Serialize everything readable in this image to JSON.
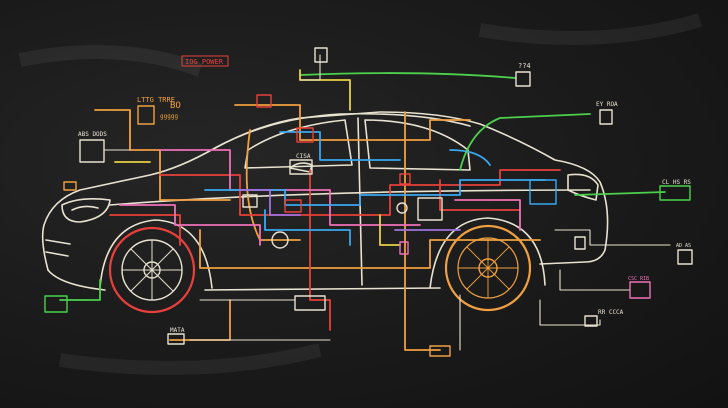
{
  "labels": {
    "top_left_box": "IOG POWER",
    "top_right_box": "??4",
    "left_upper": "LTTG TRRE",
    "left_bo": "BO",
    "left_bo_sub": "ggggg",
    "left_mid": "ABS DODS",
    "roof_center": "CISA",
    "right_upper": "EY ROA",
    "right_mid": "CL HS RS",
    "right_lower": "AD AS",
    "right_low2": "CSC RIB",
    "bottom_right": "RR CCCA",
    "bottom_left": "MATA"
  },
  "colors": {
    "background": "#1a1a1a",
    "chalk_white": "#e8e2d0",
    "orange": "#f0a040",
    "red": "#e8403a",
    "pink": "#f070b8",
    "blue": "#3aa8f0",
    "green": "#4cd14c",
    "yellow": "#e8d040",
    "purple": "#a070e0"
  }
}
